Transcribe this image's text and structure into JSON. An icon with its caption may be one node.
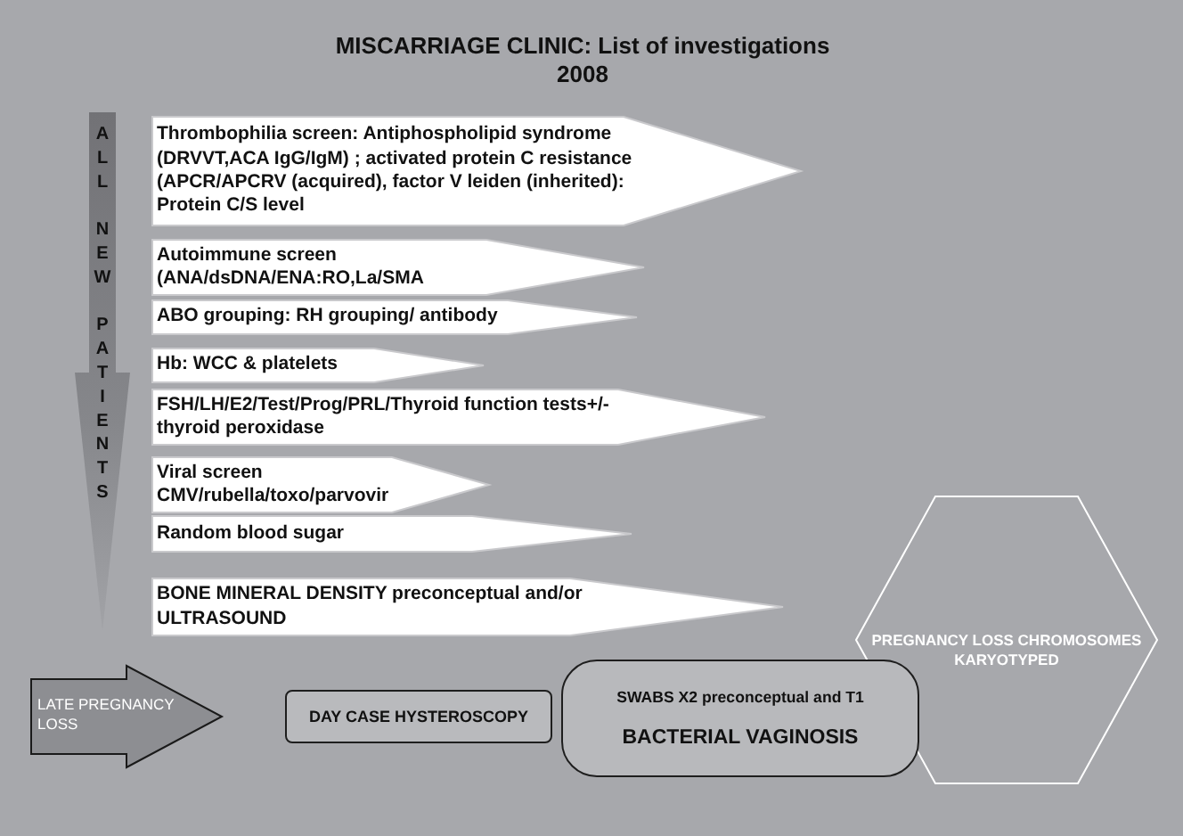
{
  "diagram": {
    "title": "MISCARRIAGE CLINIC: List of investigations 2008",
    "nodes": [
      {
        "text": [
          "ALL NEW PATIENTS"
        ]
      },
      {
        "text": [
          "Thrombophilia screen: Antiphospholipid syndrome (DRVVT,ACA IgG/IgM) ; activated protein C resistance (APCR/APCRV (acquired), factor V leiden (inherited): Protein C/S level"
        ]
      },
      {
        "text": [
          "Autoimmune screen",
          "(ANA/dsDNA/ENA:RO,La/SMA"
        ]
      },
      {
        "text": [
          "ABO grouping: RH grouping/ antibody"
        ]
      },
      {
        "text": [
          "Hb: WCC & platelets"
        ]
      },
      {
        "text": [
          "FSH/LH/E2/Test/Prog/PRL/Thyroid function tests+/- thyroid peroxidase"
        ]
      },
      {
        "text": [
          "Viral screen",
          "CMV/rubella/toxo/parvovir"
        ]
      },
      {
        "text": [
          "Random blood sugar"
        ]
      },
      {
        "text": [
          "BONE MINERAL DENSITY preconceptual and/or ULTRASOUND"
        ]
      },
      {
        "text": [
          "LATE PREGNANCY LOSS"
        ]
      },
      {
        "text": [
          "DAY CASE HYSTEROSCOPY"
        ]
      },
      {
        "text": [
          "SWABS X2 preconceptual and T1",
          "BACTERIAL VAGINOSIS"
        ]
      },
      {
        "text": [
          "PREGNANCY LOSS CHROMOSOMES KARYOTYPED"
        ]
      }
    ]
  }
}
